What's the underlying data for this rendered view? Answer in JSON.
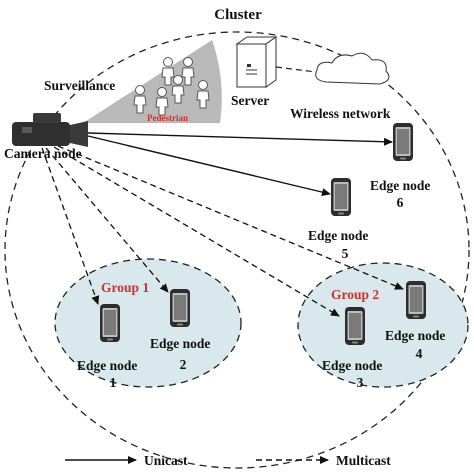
{
  "title": "Cluster",
  "labels": {
    "surveillance": "Surveillance",
    "pedestrian": "Pedestrian",
    "server": "Server",
    "wireless_network": "Wireless network",
    "camera_node": "Camera node"
  },
  "edge_nodes": [
    {
      "id": "1",
      "line1": "Edge node",
      "line2": "1"
    },
    {
      "id": "2",
      "line1": "Edge node",
      "line2": "2"
    },
    {
      "id": "3",
      "line1": "Edge node",
      "line2": "3"
    },
    {
      "id": "4",
      "line1": "Edge node",
      "line2": "4"
    },
    {
      "id": "5",
      "line1": "Edge node",
      "line2": "5"
    },
    {
      "id": "6",
      "line1": "Edge node",
      "line2": "6"
    }
  ],
  "groups": [
    {
      "label": "Group 1"
    },
    {
      "label": "Group 2"
    }
  ],
  "legend": {
    "unicast": "Unicast",
    "multicast": "Multicast"
  },
  "colors": {
    "group_fill": "#d8e8ed",
    "group_label": "#d0302e",
    "pedestrian_label": "#d0302e",
    "surveillance_cone": "#b9b9b9"
  }
}
